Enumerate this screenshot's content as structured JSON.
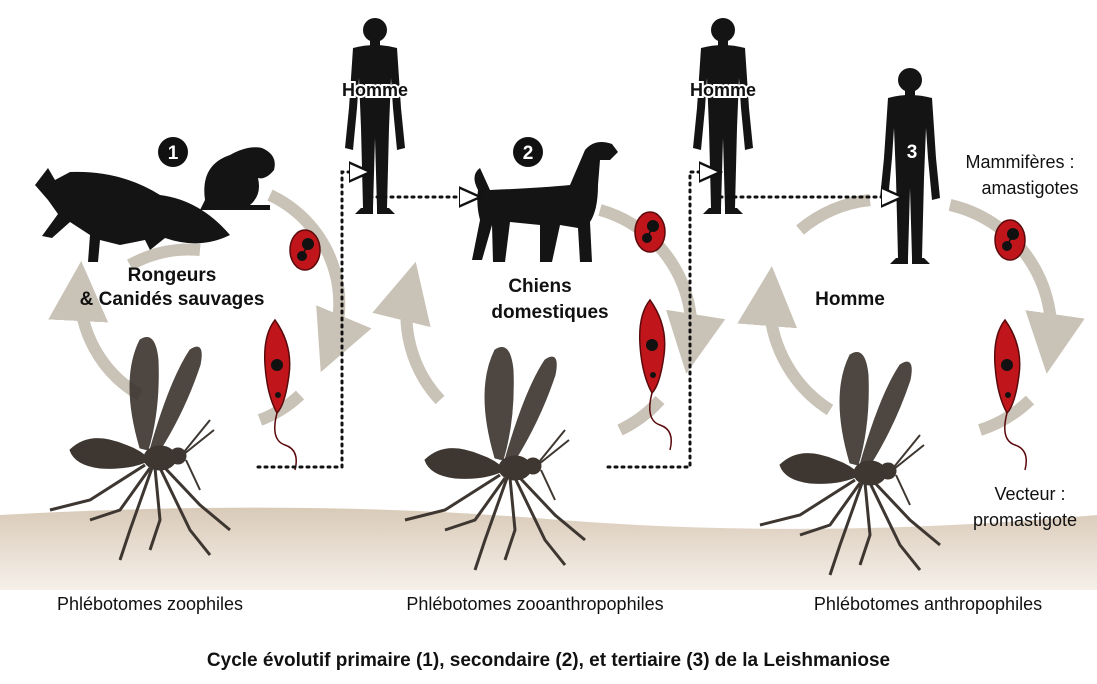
{
  "cycles": [
    {
      "number": "1",
      "host_label_line1": "Rongeurs",
      "host_label_line2": "& Canidés sauvages",
      "vector_label": "Phlébotomes zoophiles",
      "host_icons": [
        "fox-icon",
        "rodent-icon"
      ]
    },
    {
      "number": "2",
      "host_label_line1": "Chiens",
      "host_label_line2": "domestiques",
      "vector_label": "Phlébotomes zooanthropophiles",
      "host_icons": [
        "dog-icon"
      ]
    },
    {
      "number": "3",
      "host_label_line1": "Homme",
      "vector_label": "Phlébotomes anthropophiles",
      "host_icons": [
        "human-icon"
      ]
    }
  ],
  "accidental_hosts": [
    {
      "label": "Homme"
    },
    {
      "label": "Homme"
    }
  ],
  "stages": {
    "mammal_label_line1": "Mammifères :",
    "mammal_label_line2": "amastigotes",
    "vector_label_line1": "Vecteur :",
    "vector_label_line2": "promastigote"
  },
  "caption": "Cycle évolutif primaire (1), secondaire (2), et tertiaire (3) de la Leishmaniose",
  "colors": {
    "cycle_arrow": "#c9c2b6",
    "parasite_fill": "#c0161b",
    "ground": "#e3d6c8",
    "silhouette": "#141414",
    "mosquito": "#3e3731"
  }
}
